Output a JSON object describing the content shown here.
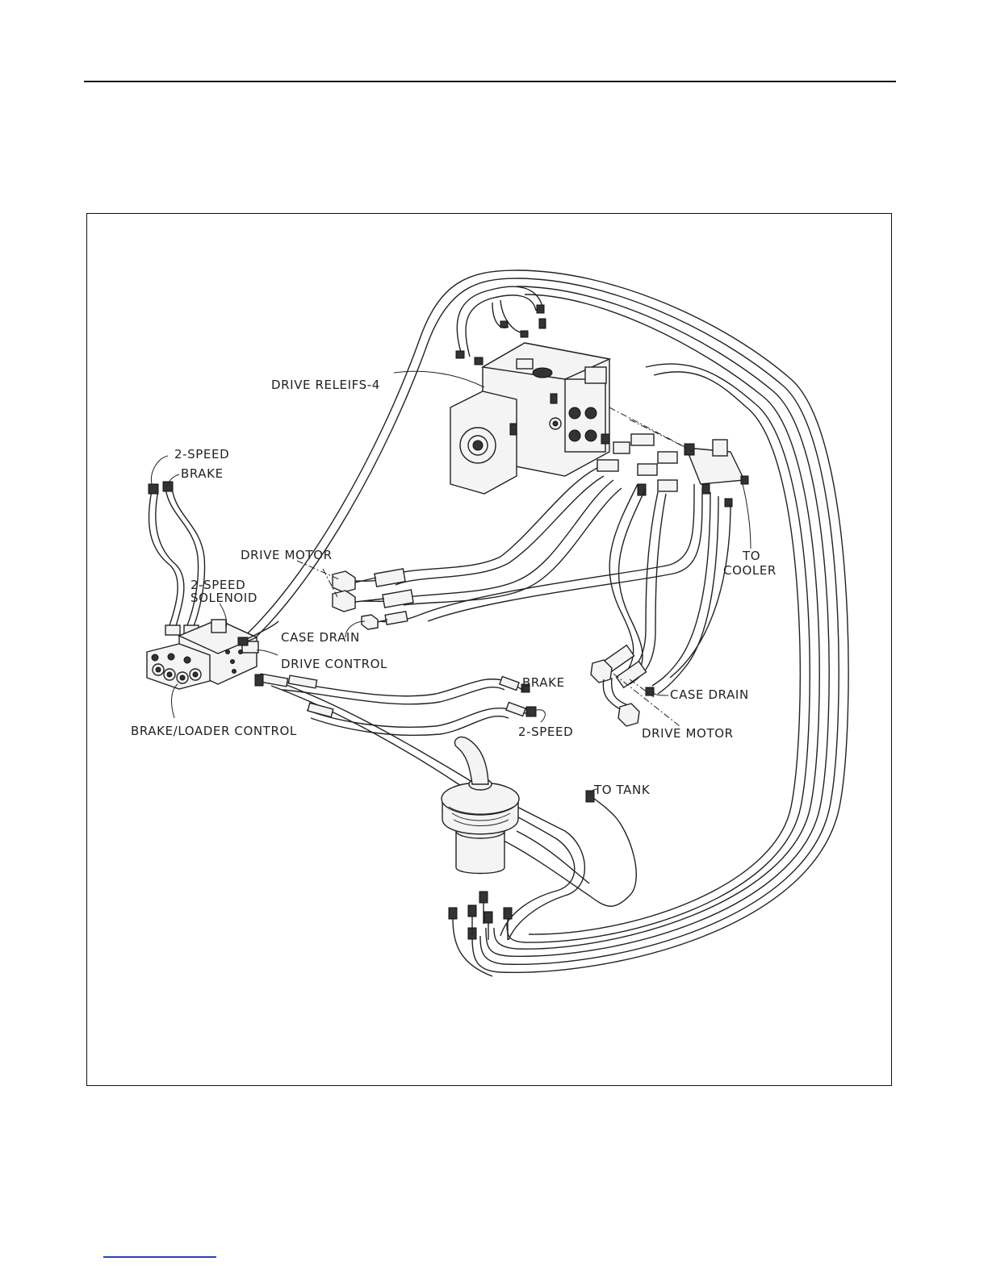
{
  "labels": {
    "drive_reliefs": "DRIVE RELEIFS-4",
    "two_speed_top": "2-SPEED",
    "brake_top": "BRAKE",
    "drive_motor_left": "DRIVE MOTOR",
    "two_speed_solenoid_1": "2-SPEED",
    "two_speed_solenoid_2": "SOLENOID",
    "case_drain_left": "CASE DRAIN",
    "drive_control": "DRIVE CONTROL",
    "brake_loader_control": "BRAKE/LOADER CONTROL",
    "brake_mid": "BRAKE",
    "two_speed_mid": "2-SPEED",
    "to_cooler_1": "TO",
    "to_cooler_2": "COOLER",
    "case_drain_right": "CASE DRAIN",
    "drive_motor_right": "DRIVE MOTOR",
    "to_tank": "TO TANK"
  }
}
